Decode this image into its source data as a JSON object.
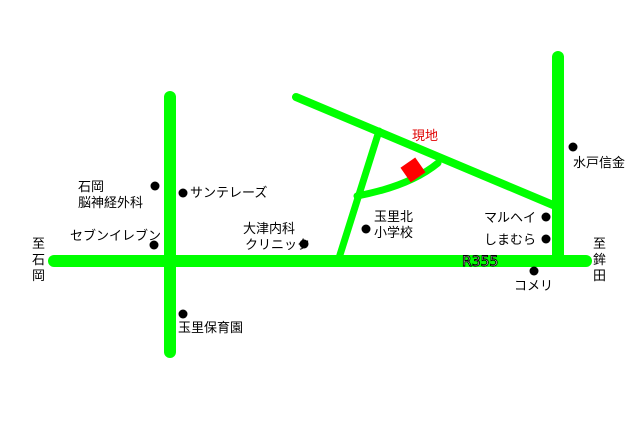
{
  "colors": {
    "road": "#00ff00",
    "site": "#ff0000",
    "marker": "#000000",
    "site_label": "#e00000"
  },
  "labels": {
    "site": "現地",
    "school_line1": "玉里北",
    "school_line2": "小学校",
    "ishioka_clinic_line1": "石岡",
    "ishioka_clinic_line2": "脳神経外科",
    "sun_terrace": "サンテレーズ",
    "seven_eleven": "セブンイレブン",
    "otsu_line1": "大津内科",
    "otsu_line2": "クリニック",
    "nursery": "玉里保育園",
    "maruhei": "マルヘイ",
    "shimamura": "しまむら",
    "mito_shinkin": "水戸信金",
    "komeri": "コメリ",
    "route": "R355"
  },
  "direction_left": [
    "至",
    "石",
    "岡"
  ],
  "direction_right": [
    "至",
    "鉾",
    "田"
  ]
}
